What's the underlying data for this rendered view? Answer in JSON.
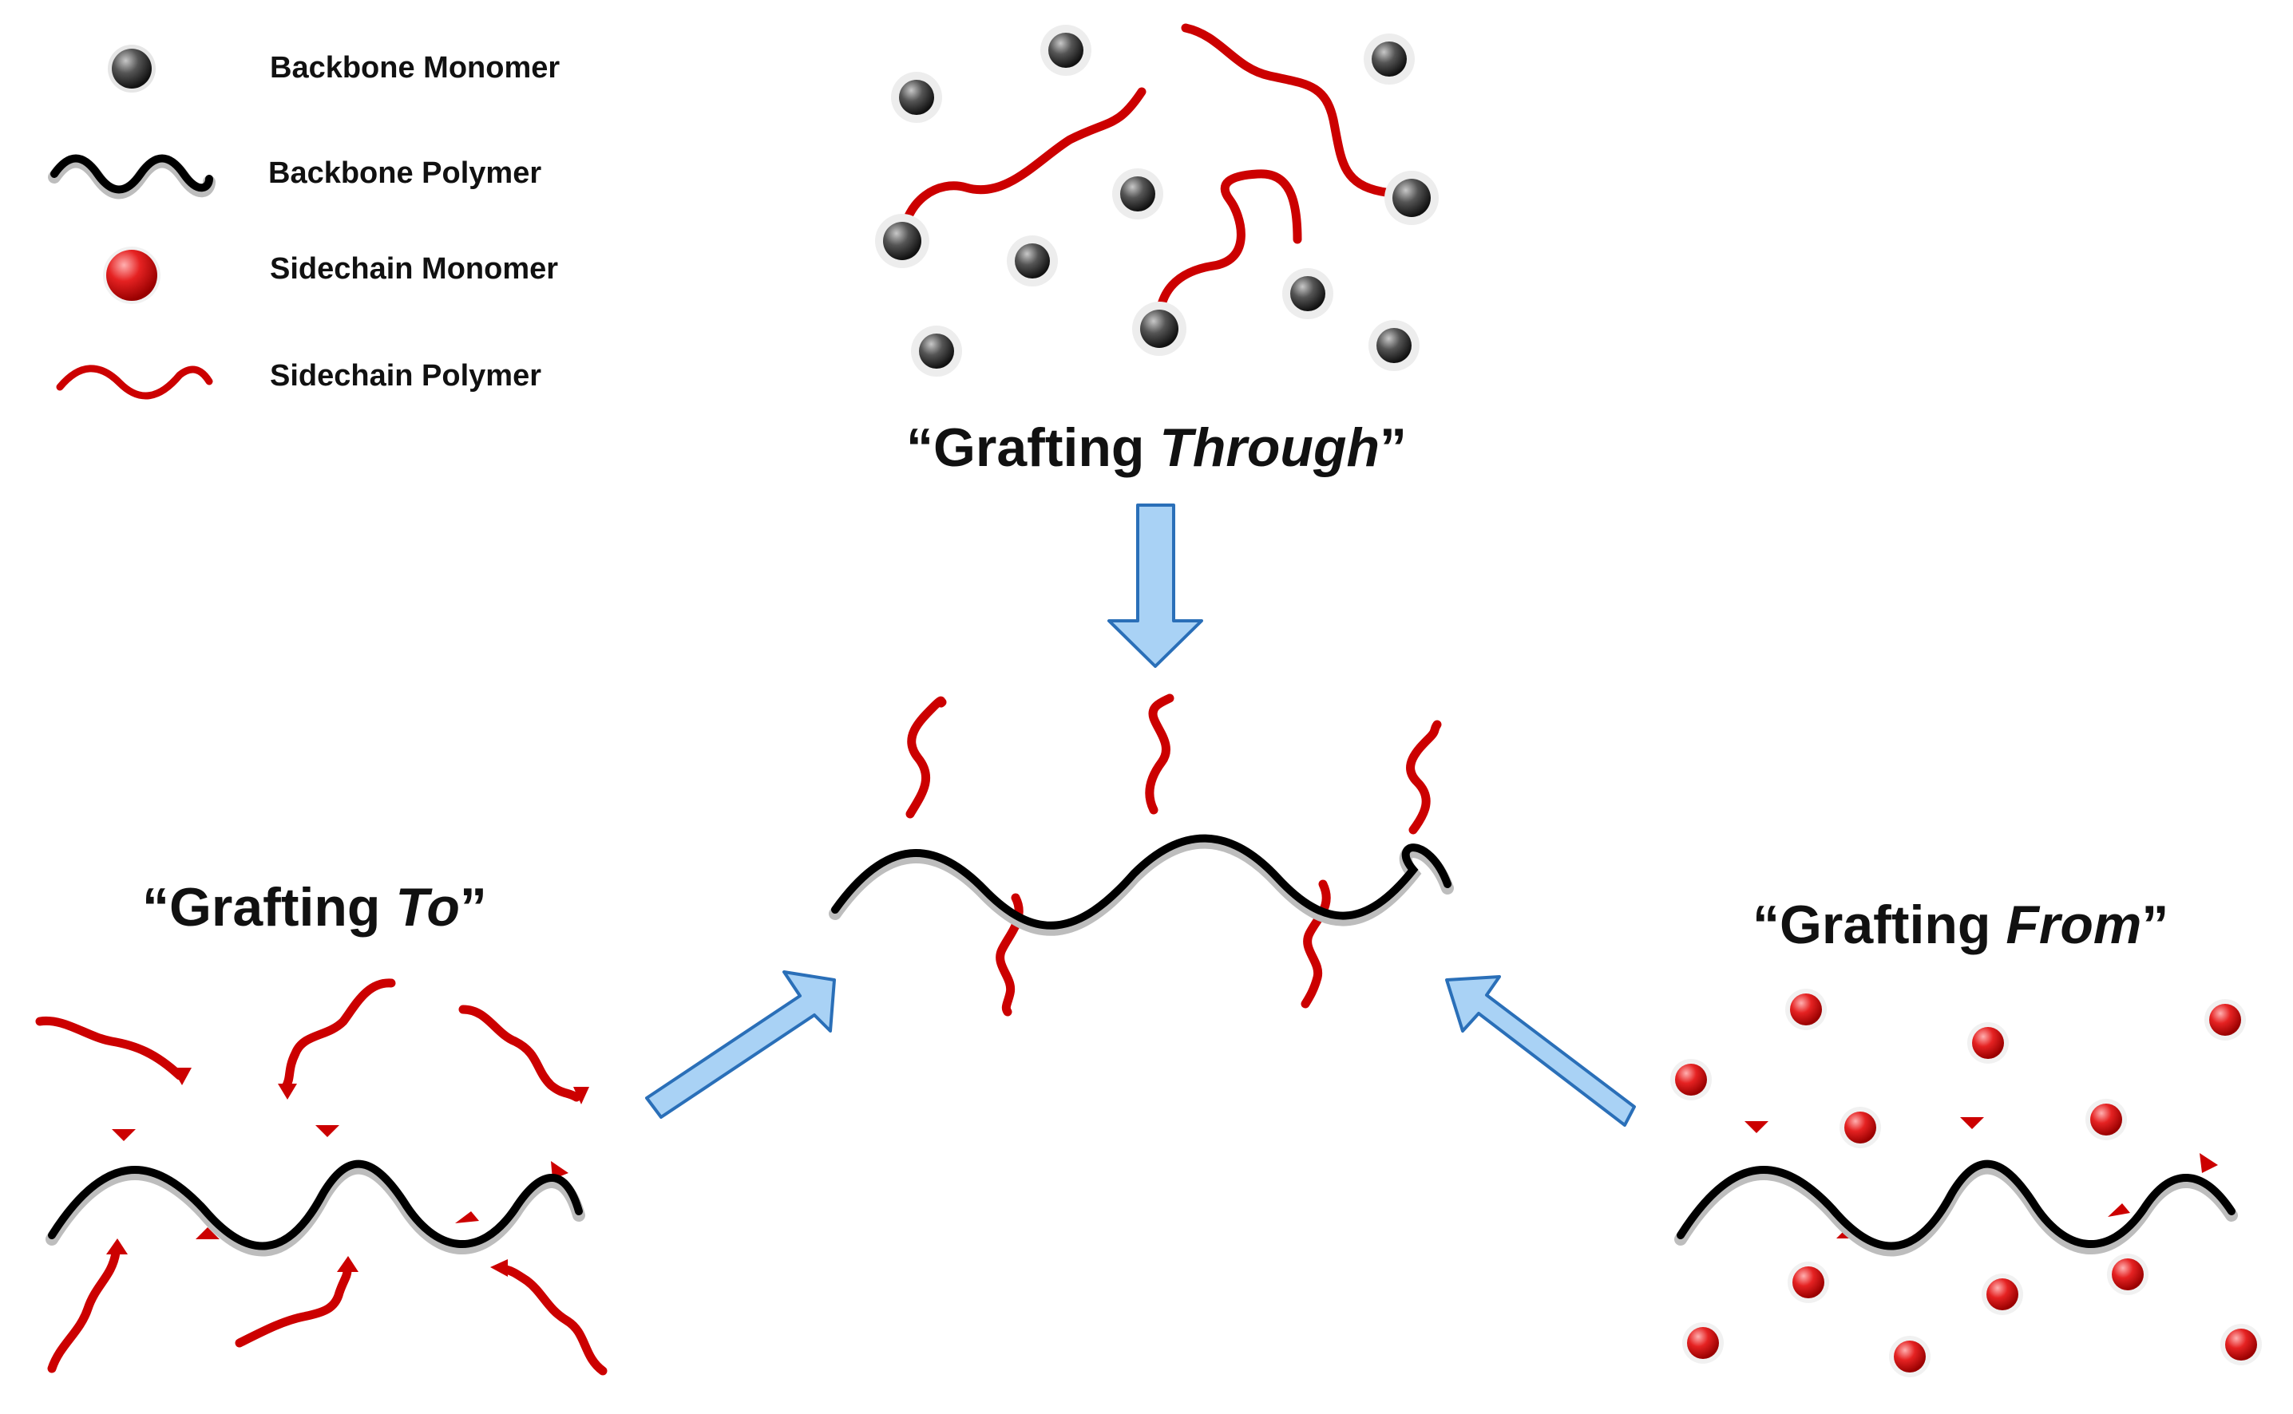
{
  "colors": {
    "backbone_monomer": "#3a3a3a",
    "backbone_polymer": "#000000",
    "sidechain": "#cc0000",
    "arrow_fill": "#a9d2f5",
    "arrow_stroke": "#2a6fb8"
  },
  "legend": {
    "backbone_monomer": "Backbone Monomer",
    "backbone_polymer": "Backbone Polymer",
    "sidechain_monomer": "Sidechain Monomer",
    "sidechain_polymer": "Sidechain Polymer"
  },
  "panels": {
    "through": {
      "quote_open": "“",
      "word": "Grafting ",
      "emph": "Through",
      "quote_close": "”"
    },
    "to": {
      "quote_open": "“",
      "word": "Grafting ",
      "emph": "To",
      "quote_close": "”"
    },
    "from": {
      "quote_open": "“",
      "word": "Grafting ",
      "emph": "From",
      "quote_close": "”"
    }
  }
}
